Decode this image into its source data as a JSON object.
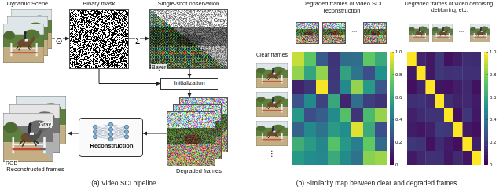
{
  "diagram": {
    "nodes": [
      {
        "text": [
          "Dynamic Scene"
        ]
      },
      {
        "text": [
          "Binary mask"
        ]
      },
      {
        "text": [
          "Single-shot observation",
          "Gray",
          "Bayer"
        ]
      },
      {
        "text": [
          "Initialization"
        ]
      },
      {
        "text": [
          "Degraded frames"
        ]
      },
      {
        "text": [
          "Reconstruction"
        ]
      },
      {
        "text": [
          "Reconstructed frames",
          "Gray",
          "RGB"
        ]
      }
    ],
    "edges": [
      {
        "from": 0,
        "to": 1,
        "label": "⊙",
        "arrow": "to"
      },
      {
        "from": 1,
        "to": 2,
        "label": "Σ",
        "arrow": "to"
      },
      {
        "from": 1,
        "to": 3,
        "arrow": "to"
      },
      {
        "from": 2,
        "to": 3,
        "arrow": "to"
      },
      {
        "from": 3,
        "to": 4,
        "arrow": "to"
      },
      {
        "from": 4,
        "to": 5,
        "arrow": "to"
      },
      {
        "from": 5,
        "to": 6,
        "arrow": "to"
      }
    ],
    "labels": [
      "(a) Video SCI pipeline",
      "(b) Similarity map between clear and degraded frames",
      "Clear frames",
      "Degraded frames of video SCI reconstruction",
      "Degraded frames of video denoising, deblurring, etc.",
      "...",
      "...",
      "⋮",
      "1.0",
      "0.8",
      "0.6",
      "0.4",
      "0.2",
      "0",
      "1.0",
      "0.8",
      "0.6",
      "0.4",
      "0.2",
      "0"
    ]
  }
}
